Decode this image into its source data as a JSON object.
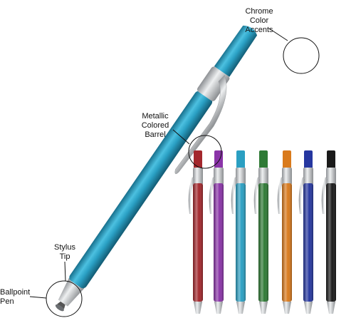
{
  "labels": {
    "chrome": "Chrome\nColor\nAccents",
    "barrel": "Metallic\nColored\nBarrel",
    "stylus": "Stylus\nTip",
    "ballpoint": "Ballpoint\nPen"
  },
  "colors": {
    "main_barrel": "#2aa0c4",
    "chrome": "#c9cbcd",
    "variants": [
      "#a3272c",
      "#8a34a8",
      "#2b9fc2",
      "#2e7a35",
      "#d97a1c",
      "#2637a0",
      "#1a1a1a"
    ]
  }
}
